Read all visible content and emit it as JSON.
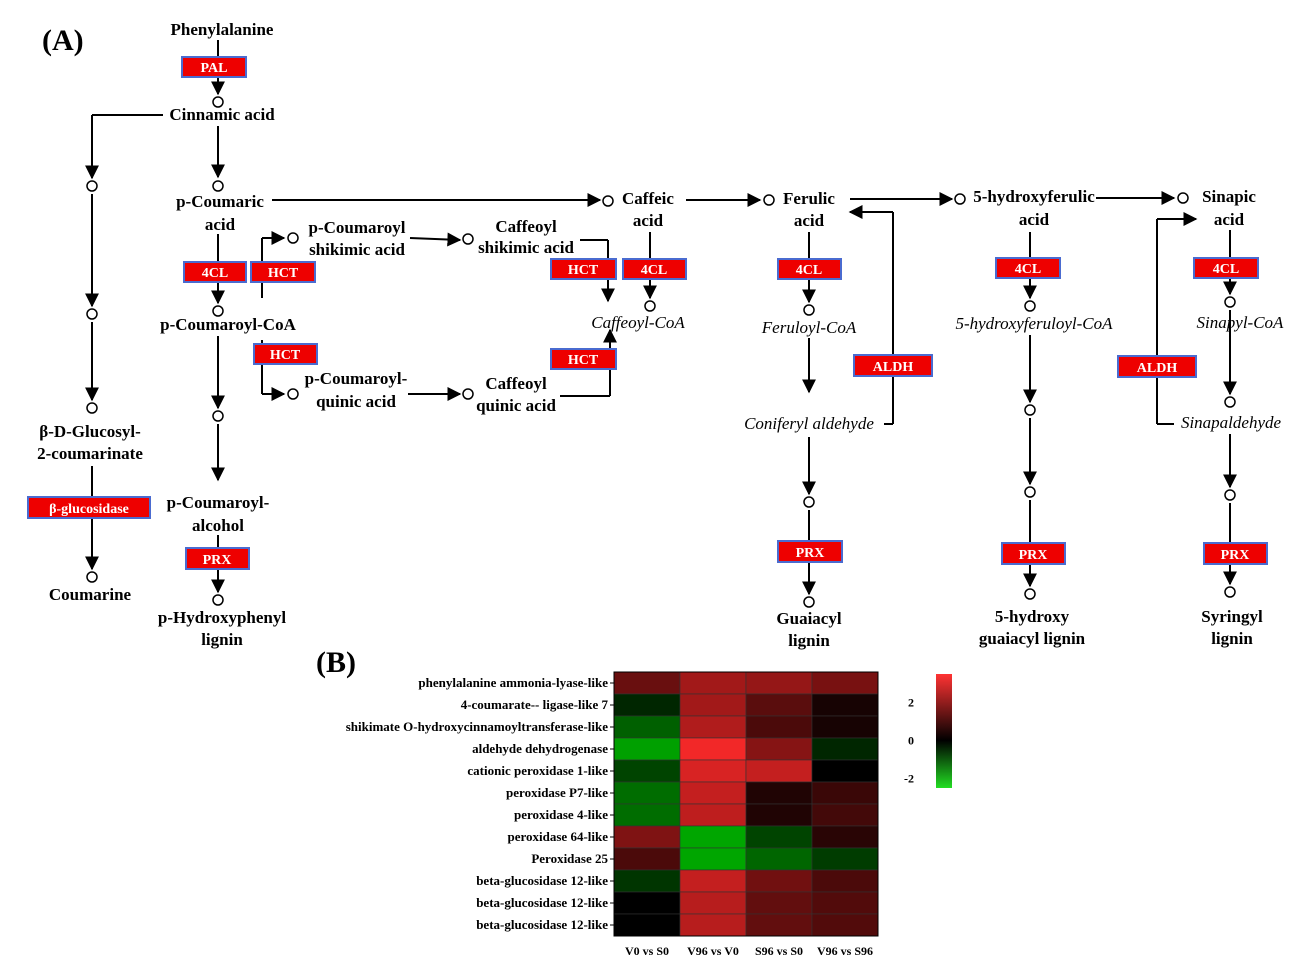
{
  "panels": {
    "a": "(A)",
    "b": "(B)"
  },
  "compounds": {
    "phenylalanine": "Phenylalanine",
    "cinnamic": "Cinnamic acid",
    "pcoumaric_1": "p-Coumaric",
    "pcoumaric_2": "acid",
    "caffeic_1": "Caffeic",
    "caffeic_2": "acid",
    "ferulic_1": "Ferulic",
    "ferulic_2": "acid",
    "hferulic_1": "5-hydroxyferulic",
    "hferulic_2": "acid",
    "sinapic_1": "Sinapic",
    "sinapic_2": "acid",
    "pcshik_1": "p-Coumaroyl",
    "pcshik_2": "shikimic acid",
    "cafshik_1": "Caffeoyl",
    "cafshik_2": "shikimic acid",
    "pcoa": "p-Coumaroyl-CoA",
    "cafcoa": "Caffeoyl-CoA",
    "fercoa": "Feruloyl-CoA",
    "hfercoa": "5-hydroxyferuloyl-CoA",
    "sincoa": "Sinapyl-CoA",
    "pcquin_1": "p-Coumaroyl-",
    "pcquin_2": "quinic acid",
    "cafquin_1": "Caffeoyl",
    "cafquin_2": "quinic acid",
    "conald": "Coniferyl aldehyde",
    "sinald": "Sinapaldehyde",
    "glucosyl_1": "β-D-Glucosyl-",
    "glucosyl_2": "2-coumarinate",
    "coumarine": "Coumarine",
    "pcalc_1": "p-Coumaroyl-",
    "pcalc_2": "alcohol",
    "hlig_1": "p-Hydroxyphenyl",
    "hlig_2": "lignin",
    "glig_1": "Guaiacyl",
    "glig_2": "lignin",
    "hglig_1": "5-hydroxy",
    "hglig_2": "guaiacyl lignin",
    "slig_1": "Syringyl",
    "slig_2": "lignin"
  },
  "enzymes": {
    "pal": "PAL",
    "bglu": "β-glucosidase",
    "cl4_a": "4CL",
    "hct_a": "HCT",
    "hct_b": "HCT",
    "prx_a": "PRX",
    "hct_c": "HCT",
    "hct_d": "HCT",
    "cl4_b": "4CL",
    "cl4_c": "4CL",
    "aldh_a": "ALDH",
    "prx_b": "PRX",
    "cl4_d": "4CL",
    "prx_c": "PRX",
    "cl4_e": "4CL",
    "aldh_b": "ALDH",
    "prx_d": "PRX"
  },
  "heatmap": {
    "rows": [
      "phenylalanine ammonia-lyase-like",
      "4-coumarate-- ligase-like 7",
      "shikimate O-hydroxycinnamoyltransferase-like",
      "aldehyde dehydrogenase",
      "cationic peroxidase 1-like",
      "peroxidase P7-like",
      "peroxidase 4-like",
      "peroxidase 64-like",
      "Peroxidase 25",
      "beta-glucosidase 12-like",
      "beta-glucosidase 12-like",
      "beta-glucosidase 12-like"
    ],
    "columns": [
      "V0 vs S0",
      "V96 vs V0",
      "S96 vs S0",
      "V96 vs S96"
    ],
    "values": [
      [
        1.2,
        2.0,
        1.8,
        1.4
      ],
      [
        -0.4,
        2.0,
        1.0,
        0.2
      ],
      [
        -1.2,
        2.2,
        0.8,
        0.2
      ],
      [
        -2.2,
        3.2,
        1.6,
        -0.4
      ],
      [
        -0.8,
        2.8,
        2.5,
        0.0
      ],
      [
        -1.4,
        2.5,
        0.3,
        0.6
      ],
      [
        -1.4,
        2.4,
        0.3,
        0.7
      ],
      [
        1.5,
        -2.3,
        -0.8,
        0.4
      ],
      [
        0.8,
        -2.3,
        -1.3,
        -0.7
      ],
      [
        -0.6,
        2.5,
        1.3,
        0.8
      ],
      [
        0.0,
        2.3,
        1.1,
        0.9
      ],
      [
        0.0,
        2.3,
        1.1,
        0.9
      ]
    ],
    "colorbar": {
      "ticks": [
        "2",
        "0",
        "-2"
      ],
      "min": -2.5,
      "max": 3.5
    }
  }
}
